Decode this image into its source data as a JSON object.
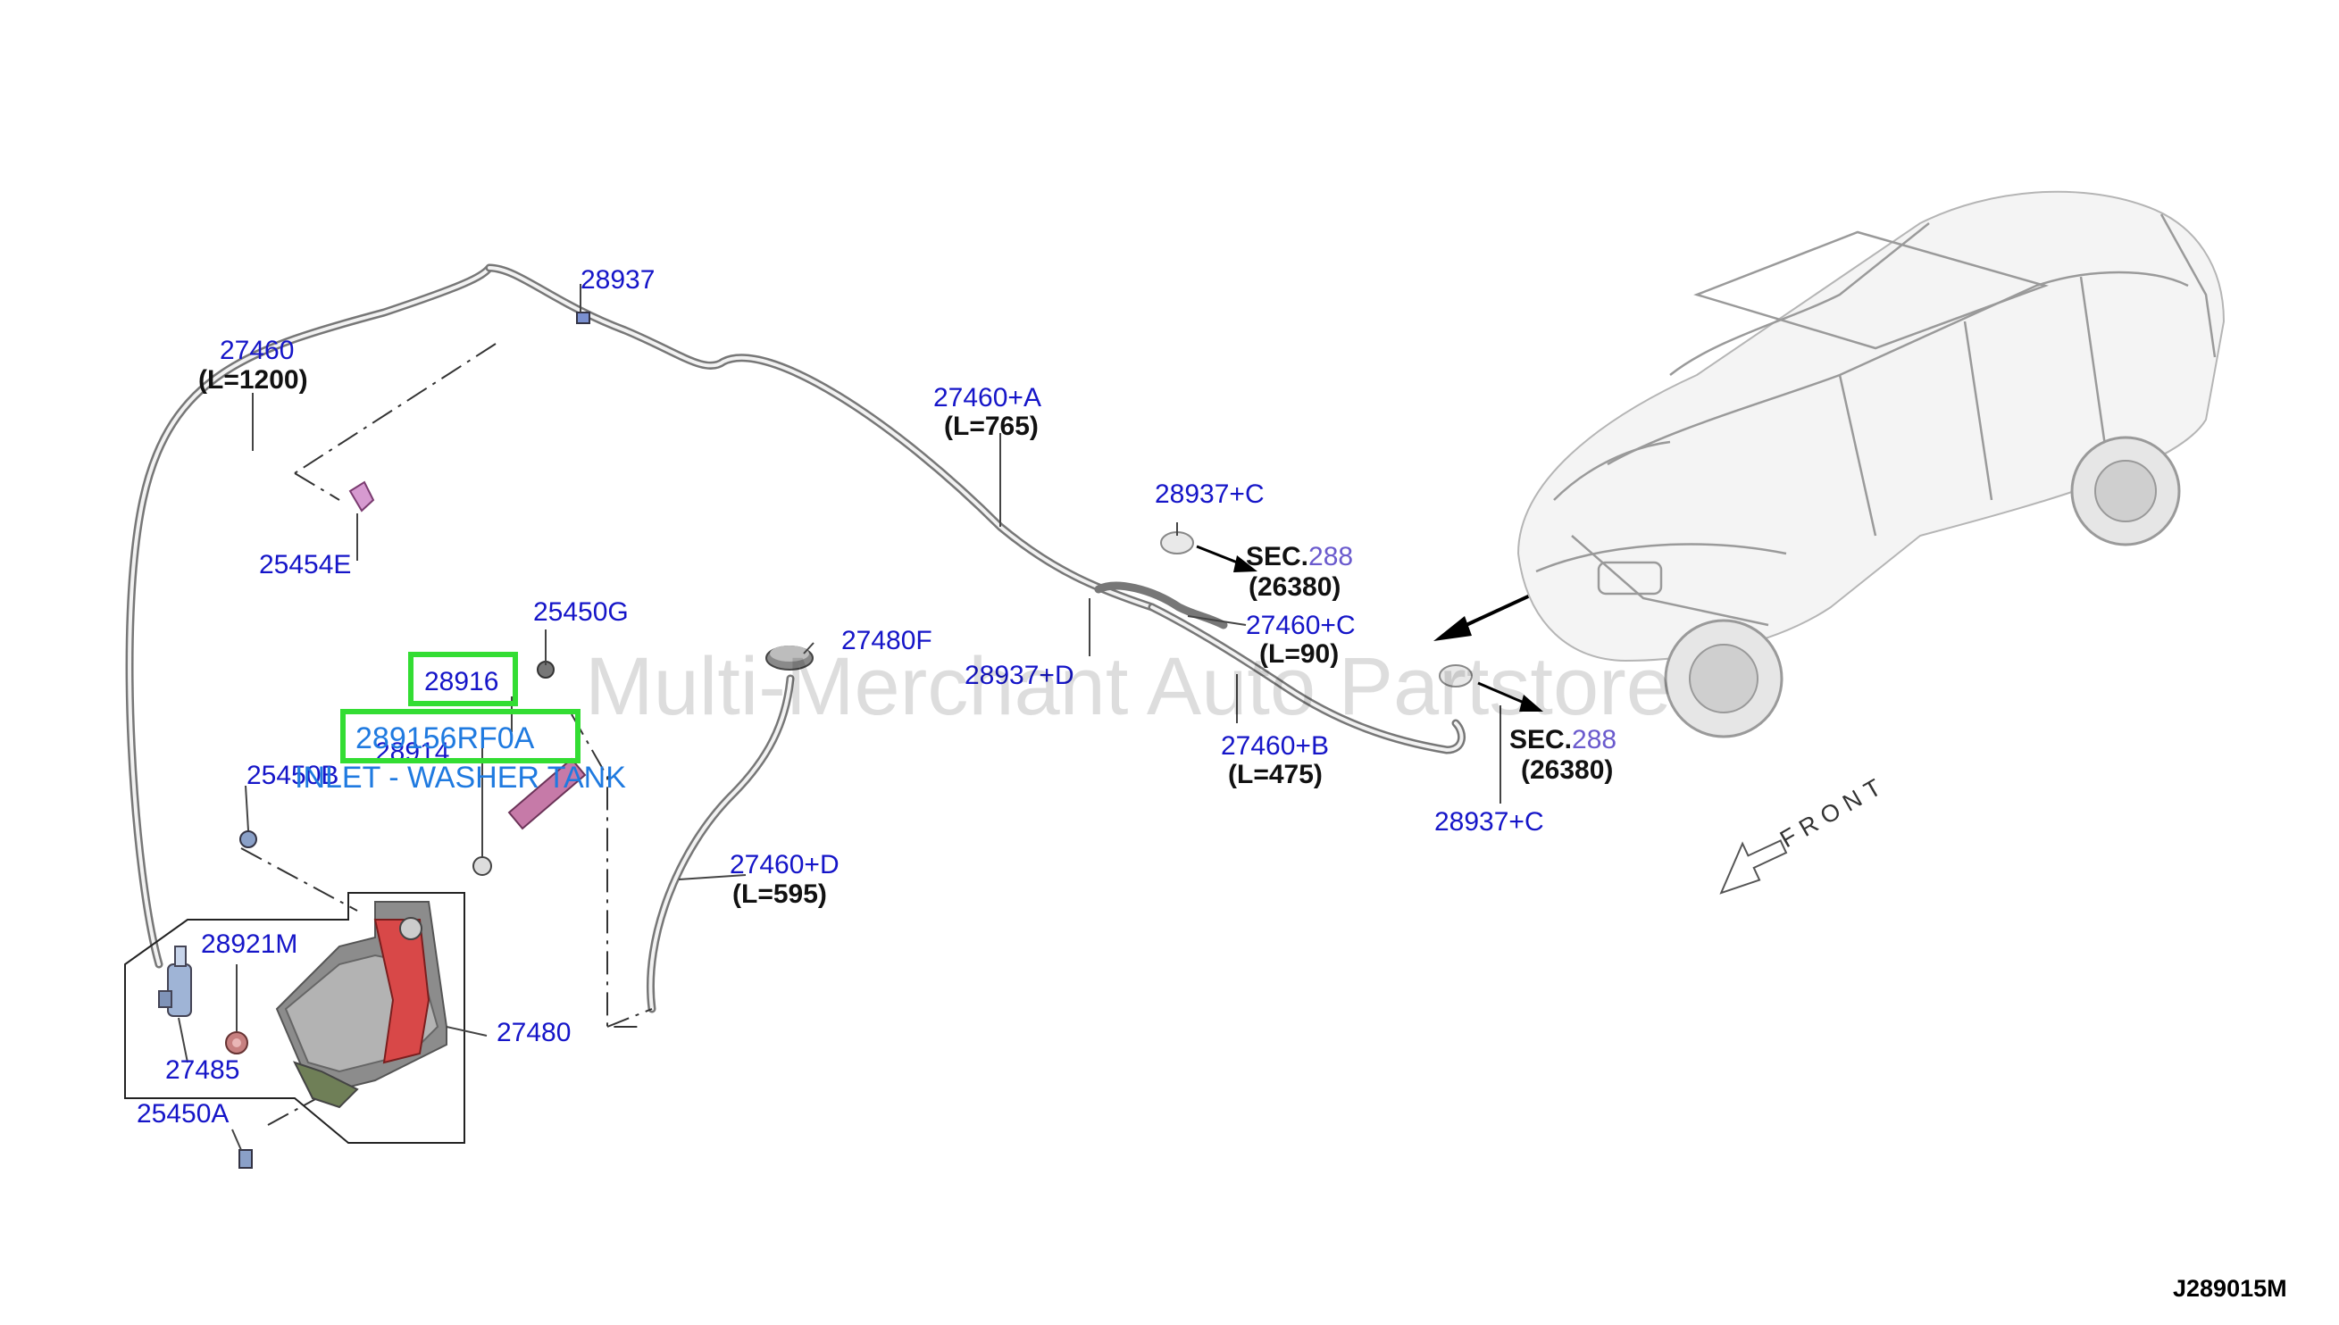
{
  "watermark": "Multi-Merchant Auto Partstore",
  "diagram_ref": "J289015M",
  "front_label": "FRONT",
  "labels": {
    "p27460": "27460",
    "l27460": "(L=1200)",
    "p28937_top": "28937",
    "p27460A": "27460+A",
    "l27460A": "(L=765)",
    "p28937C_top": "28937+C",
    "p25454E": "25454E",
    "p25450G": "25450G",
    "p27480F": "27480F",
    "p28937D": "28937+D",
    "p27460C": "27460+C",
    "l27460C": "(L=90)",
    "p28916": "28916",
    "p28914": "28914",
    "p25450B": "25450B",
    "p27460B": "27460+B",
    "l27460B": "(L=475)",
    "p28937C_bot": "28937+C",
    "p27460D": "27460+D",
    "l27460D": "(L=595)",
    "p28921M": "28921M",
    "p27480": "27480",
    "p27485": "27485",
    "p25450A": "25450A"
  },
  "sec_refs": [
    {
      "prefix": "SEC.",
      "num": "288",
      "code": "(26380)"
    },
    {
      "prefix": "SEC.",
      "num": "288",
      "code": "(26380)"
    }
  ],
  "highlight": {
    "part_number": "289156RF0A",
    "description": "INLET - WASHER TANK"
  },
  "colors": {
    "part_label": "#1515c8",
    "highlight_border": "#33dd33",
    "highlight_text": "#1f7ae0",
    "sec_number": "#6a5acd"
  }
}
